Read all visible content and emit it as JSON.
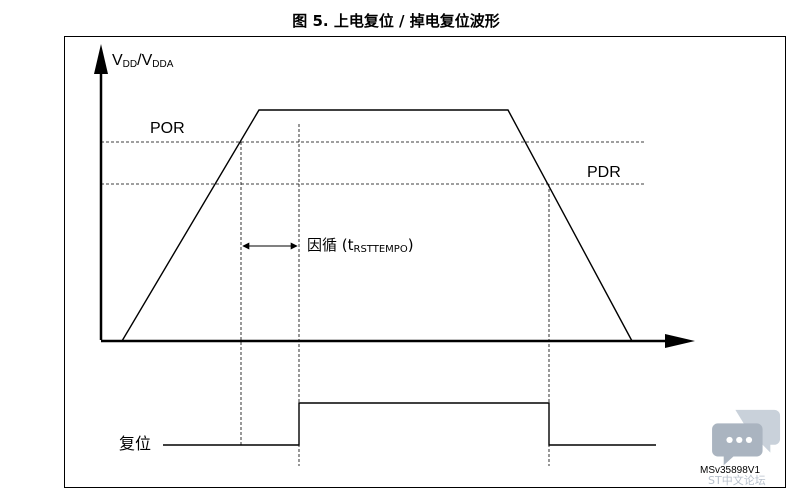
{
  "figure": {
    "title": "图 5. 上电复位 / 掉电复位波形",
    "y_axis_label_main": "V",
    "y_axis_label_sub1": "DD",
    "y_axis_label_sep": "/V",
    "y_axis_label_sub2": "DDA",
    "por_label": "POR",
    "pdr_label": "PDR",
    "delay_label_prefix": "因循 (t",
    "delay_label_sub": "RSTTEMPO",
    "delay_label_suffix": ")",
    "reset_label": "复位",
    "figure_id": "MSv35898V1"
  },
  "watermark": {
    "icon": "chat-bubble-icon",
    "text": "ST中文论坛"
  }
}
